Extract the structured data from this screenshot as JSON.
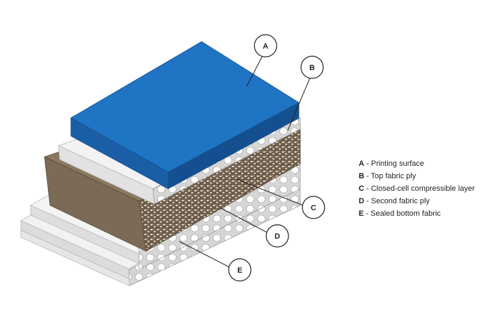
{
  "callouts": [
    {
      "letter": "A"
    },
    {
      "letter": "B"
    },
    {
      "letter": "C"
    },
    {
      "letter": "D"
    },
    {
      "letter": "E"
    }
  ],
  "legend": [
    {
      "key": "A",
      "sep": " - ",
      "label": "Printing surface"
    },
    {
      "key": "B",
      "sep": " - ",
      "label": "Top fabric ply"
    },
    {
      "key": "C",
      "sep": " - ",
      "label": "Closed-cell compressible layer"
    },
    {
      "key": "D",
      "sep": " - ",
      "label": "Second fabric ply"
    },
    {
      "key": "E",
      "sep": " - ",
      "label": "Sealed bottom fabric"
    }
  ],
  "colors": {
    "printing_surface_top": "#1f74c4",
    "printing_surface_front": "#1a5fa6",
    "printing_surface_side": "#14508f",
    "compressible_front": "#7b6a56",
    "compressible_side": "#6a5a48",
    "speckle": "#e9e2d3",
    "fabric_light": "#f0f0f0",
    "fabric_shade": "#d2d2d2",
    "outline": "#231f20"
  }
}
